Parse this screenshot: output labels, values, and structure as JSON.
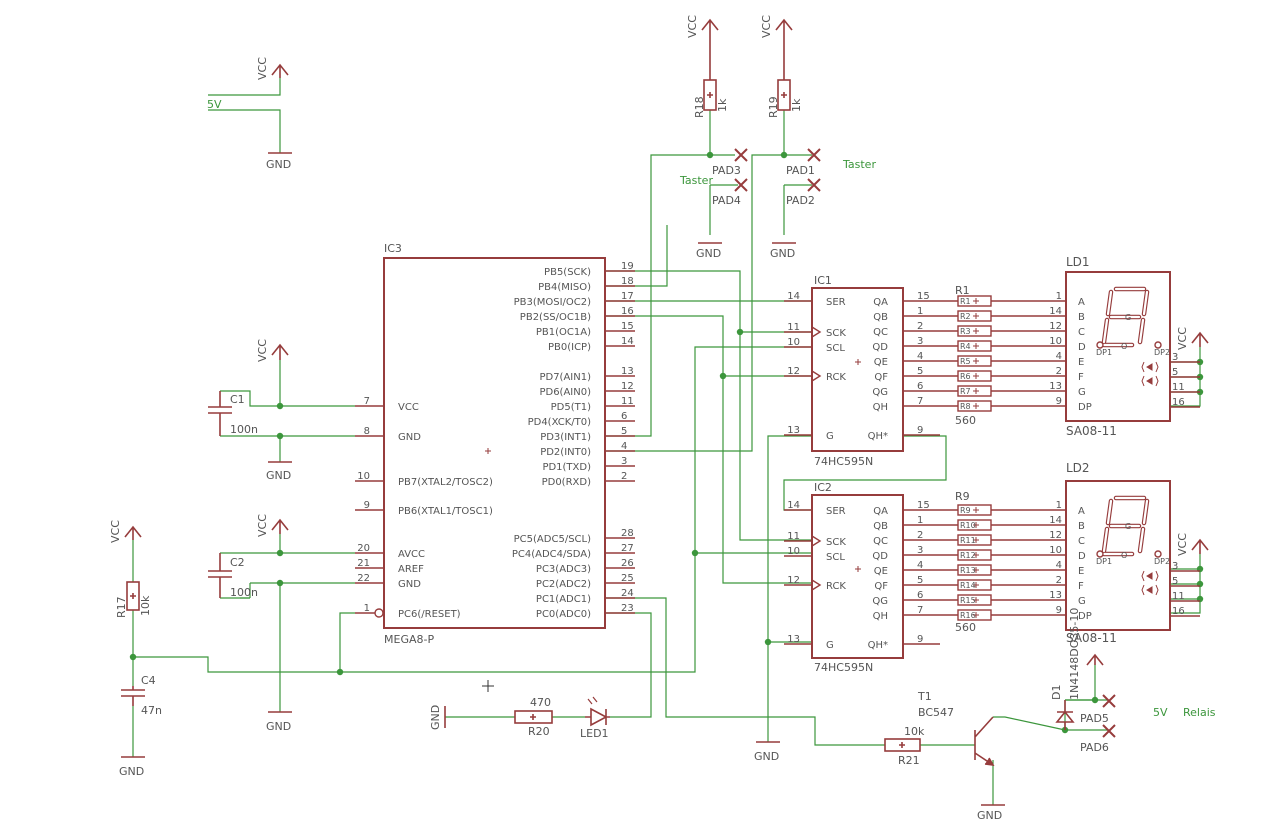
{
  "colors": {
    "part": "#963c3c",
    "wire": "#3c963c",
    "green_text": "#3c963c",
    "gray_text": "#555555"
  },
  "supply": {
    "vcc": "VCC",
    "gnd": "GND",
    "v5": "5V"
  },
  "ic3": {
    "name": "IC3",
    "value": "MEGA8-P",
    "right_pins": [
      {
        "label": "PB5(SCK)",
        "num": "19"
      },
      {
        "label": "PB4(MISO)",
        "num": "18"
      },
      {
        "label": "PB3(MOSI/OC2)",
        "num": "17"
      },
      {
        "label": "PB2(SS/OC1B)",
        "num": "16"
      },
      {
        "label": "PB1(OC1A)",
        "num": "15"
      },
      {
        "label": "PB0(ICP)",
        "num": "14"
      },
      {
        "label": "PD7(AIN1)",
        "num": "13"
      },
      {
        "label": "PD6(AIN0)",
        "num": "12"
      },
      {
        "label": "PD5(T1)",
        "num": "11"
      },
      {
        "label": "PD4(XCK/T0)",
        "num": "6"
      },
      {
        "label": "PD3(INT1)",
        "num": "5"
      },
      {
        "label": "PD2(INT0)",
        "num": "4"
      },
      {
        "label": "PD1(TXD)",
        "num": "3"
      },
      {
        "label": "PD0(RXD)",
        "num": "2"
      },
      {
        "label": "PC5(ADC5/SCL)",
        "num": "28"
      },
      {
        "label": "PC4(ADC4/SDA)",
        "num": "27"
      },
      {
        "label": "PC3(ADC3)",
        "num": "26"
      },
      {
        "label": "PC2(ADC2)",
        "num": "25"
      },
      {
        "label": "PC1(ADC1)",
        "num": "24"
      },
      {
        "label": "PC0(ADC0)",
        "num": "23"
      }
    ],
    "left_pins": [
      {
        "label": "VCC",
        "num": "7"
      },
      {
        "label": "GND",
        "num": "8"
      },
      {
        "label": "PB7(XTAL2/TOSC2)",
        "num": "10"
      },
      {
        "label": "PB6(XTAL1/TOSC1)",
        "num": "9"
      },
      {
        "label": "AVCC",
        "num": "20"
      },
      {
        "label": "AREF",
        "num": "21"
      },
      {
        "label": "GND",
        "num": "22"
      },
      {
        "label": "PC6(/RESET)",
        "num": "1"
      }
    ]
  },
  "shift_regs": [
    {
      "name": "IC1",
      "value": "74HC595N"
    },
    {
      "name": "IC2",
      "value": "74HC595N"
    }
  ],
  "sr_left_pins": [
    {
      "label": "SER",
      "num": "14"
    },
    {
      "label": "SCK",
      "num": "11"
    },
    {
      "label": "SCL",
      "num": "10"
    },
    {
      "label": "RCK",
      "num": "12"
    },
    {
      "label": "G",
      "num": "13"
    }
  ],
  "sr_right_pins": [
    {
      "label": "QA",
      "num": "15"
    },
    {
      "label": "QB",
      "num": "1"
    },
    {
      "label": "QC",
      "num": "2"
    },
    {
      "label": "QD",
      "num": "3"
    },
    {
      "label": "QE",
      "num": "4"
    },
    {
      "label": "QF",
      "num": "5"
    },
    {
      "label": "QG",
      "num": "6"
    },
    {
      "label": "QH",
      "num": "7"
    },
    {
      "label": "QH*",
      "num": "9"
    }
  ],
  "displays": [
    {
      "name": "LD1",
      "value": "SA08-11"
    },
    {
      "name": "LD2",
      "value": "SA08-11"
    }
  ],
  "disp_left_pins": [
    {
      "label": "A",
      "num": "1"
    },
    {
      "label": "B",
      "num": "14"
    },
    {
      "label": "C",
      "num": "12"
    },
    {
      "label": "D",
      "num": "10"
    },
    {
      "label": "E",
      "num": "4"
    },
    {
      "label": "F",
      "num": "2"
    },
    {
      "label": "G",
      "num": "13"
    },
    {
      "label": "DP",
      "num": "9"
    }
  ],
  "disp_right_pins": [
    "3",
    "5",
    "11",
    "16"
  ],
  "disp_marks": {
    "dp1": "DP1",
    "dp2": "DP2",
    "seg_g": "G",
    "seg_o": "O"
  },
  "resnets": [
    {
      "name": "R1",
      "value": "560",
      "items": [
        "R2",
        "R3",
        "R4",
        "R5",
        "R6",
        "R7",
        "R8"
      ]
    },
    {
      "name": "R9",
      "value": "560",
      "items": [
        "R10",
        "R11",
        "R12",
        "R13",
        "R14",
        "R15",
        "R16"
      ]
    }
  ],
  "resistors": {
    "r18": {
      "name": "R18",
      "value": "1k"
    },
    "r19": {
      "name": "R19",
      "value": "1k"
    },
    "r17": {
      "name": "R17",
      "value": "10k"
    },
    "r20": {
      "name": "R20",
      "value": "470"
    },
    "r21": {
      "name": "R21",
      "value": "10k"
    }
  },
  "caps": {
    "c1": {
      "name": "C1",
      "value": "100n"
    },
    "c2": {
      "name": "C2",
      "value": "100n"
    },
    "c4": {
      "name": "C4",
      "value": "47n"
    }
  },
  "pads": {
    "pad1": "PAD1",
    "pad2": "PAD2",
    "pad3": "PAD3",
    "pad4": "PAD4",
    "pad5": "PAD5",
    "pad6": "PAD6"
  },
  "led1": "LED1",
  "t1": {
    "name": "T1",
    "value": "BC547"
  },
  "d1": {
    "name": "D1",
    "value": "1N4148DO35-10"
  },
  "notes": {
    "taster1": "Taster",
    "taster2": "Taster",
    "relais_5v": "5V",
    "relais": "Relais"
  }
}
